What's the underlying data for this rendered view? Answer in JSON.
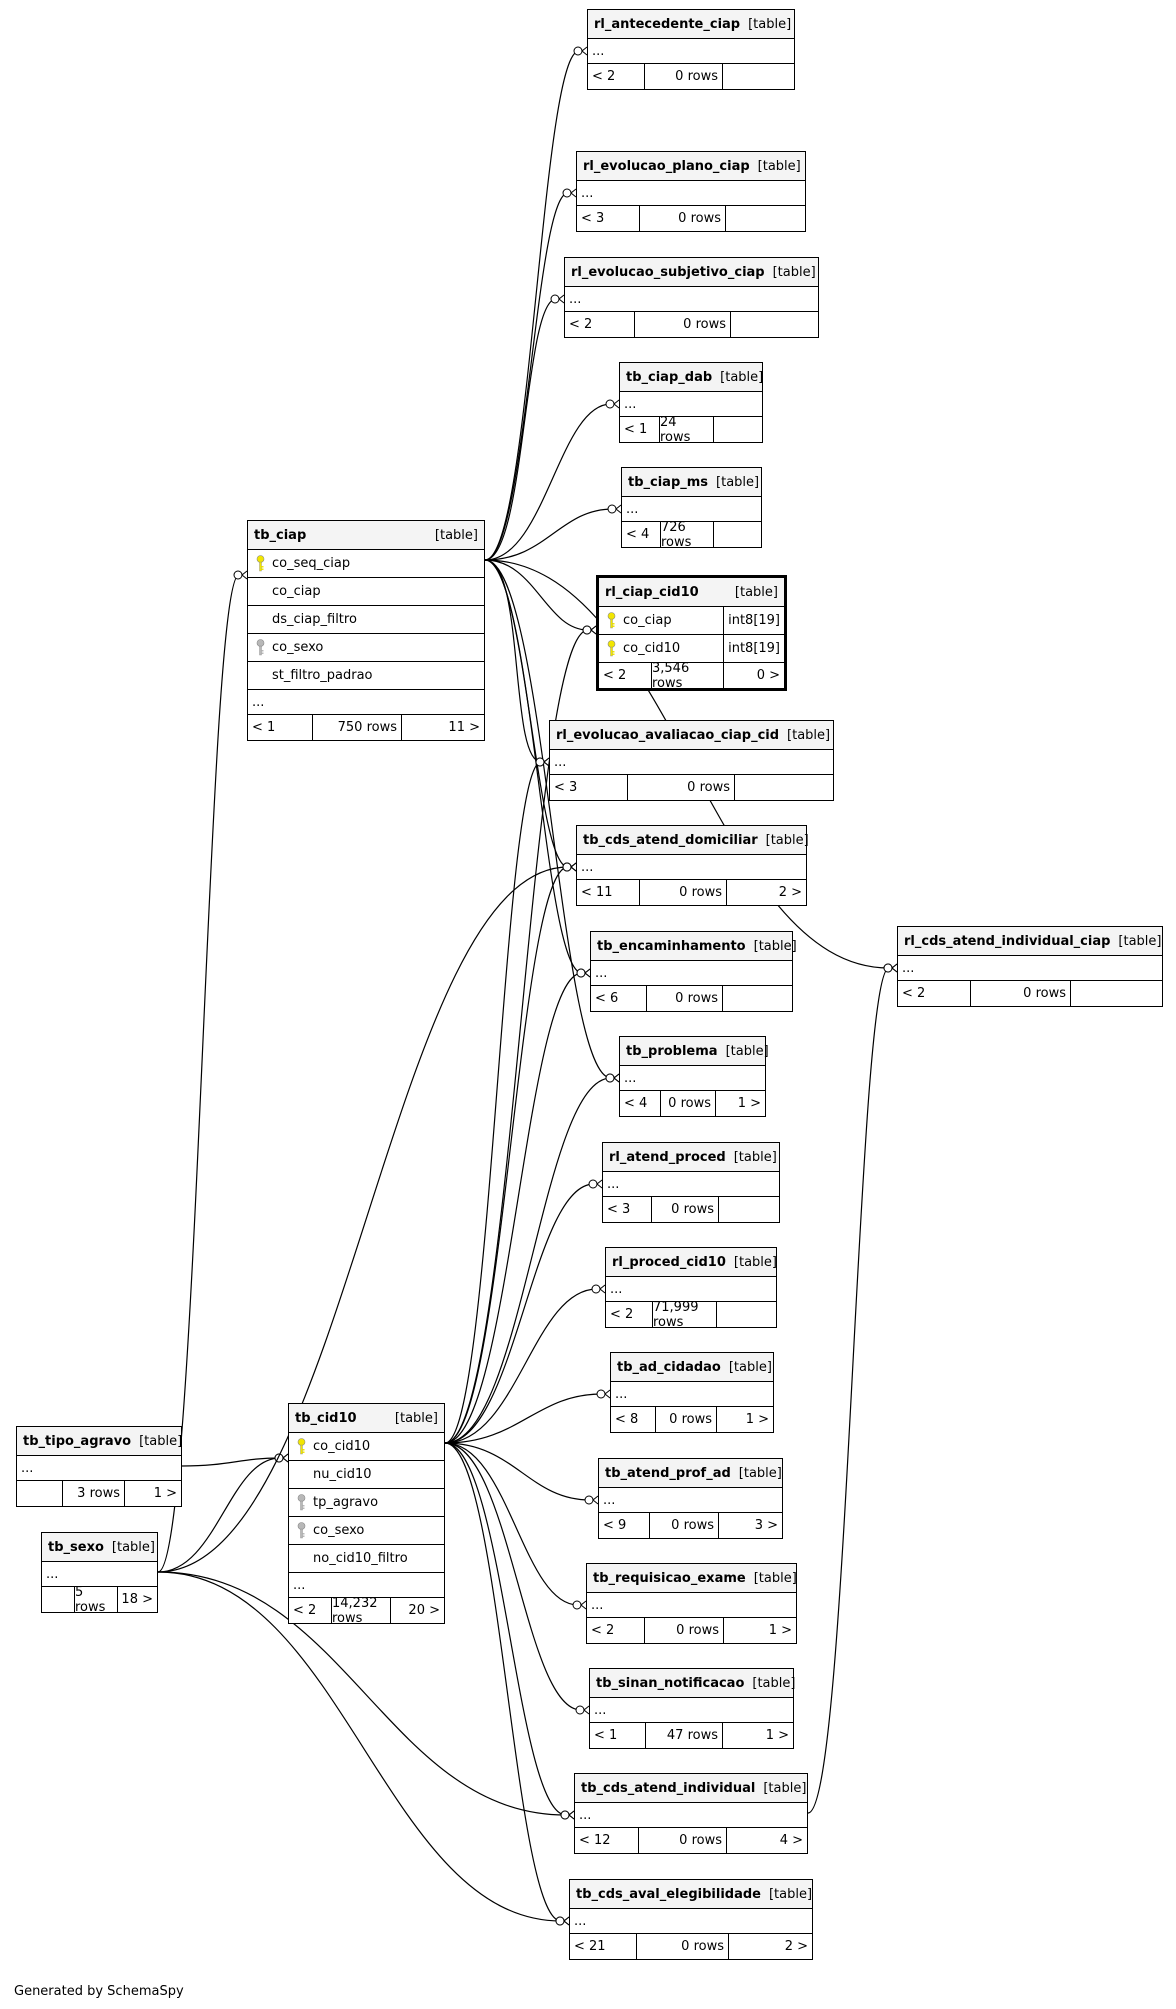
{
  "diagram": {
    "footer": "Generated by SchemaSpy",
    "key_colors": {
      "primary": "#f2e600",
      "foreign": "#b8b8b8"
    },
    "tables": [
      {
        "id": "rl_antecedente_ciap",
        "name": "rl_antecedente_ciap",
        "type": "[table]",
        "columns": [],
        "ellipsis": "...",
        "parents": "< 2",
        "rows": "0 rows",
        "children": ""
      },
      {
        "id": "rl_evolucao_plano_ciap",
        "name": "rl_evolucao_plano_ciap",
        "type": "[table]",
        "columns": [],
        "ellipsis": "...",
        "parents": "< 3",
        "rows": "0 rows",
        "children": ""
      },
      {
        "id": "rl_evolucao_subjetivo_ciap",
        "name": "rl_evolucao_subjetivo_ciap",
        "type": "[table]",
        "columns": [],
        "ellipsis": "...",
        "parents": "< 2",
        "rows": "0 rows",
        "children": ""
      },
      {
        "id": "tb_ciap_dab",
        "name": "tb_ciap_dab",
        "type": "[table]",
        "columns": [],
        "ellipsis": "...",
        "parents": "< 1",
        "rows": "24 rows",
        "children": ""
      },
      {
        "id": "tb_ciap_ms",
        "name": "tb_ciap_ms",
        "type": "[table]",
        "columns": [],
        "ellipsis": "...",
        "parents": "< 4",
        "rows": "726 rows",
        "children": ""
      },
      {
        "id": "rl_ciap_cid10",
        "name": "rl_ciap_cid10",
        "type": "[table]",
        "focus": true,
        "columns": [
          {
            "name": "co_ciap",
            "key": "primary",
            "type": "int8[19]"
          },
          {
            "name": "co_cid10",
            "key": "primary",
            "type": "int8[19]"
          }
        ],
        "parents": "< 2",
        "rows": "3,546 rows",
        "children": "0 >"
      },
      {
        "id": "tb_ciap",
        "name": "tb_ciap",
        "type": "[table]",
        "columns": [
          {
            "name": "co_seq_ciap",
            "key": "primary"
          },
          {
            "name": "co_ciap",
            "key": ""
          },
          {
            "name": "ds_ciap_filtro",
            "key": ""
          },
          {
            "name": "co_sexo",
            "key": "foreign"
          },
          {
            "name": "st_filtro_padrao",
            "key": ""
          }
        ],
        "ellipsis": "...",
        "parents": "< 1",
        "rows": "750 rows",
        "children": "11 >"
      },
      {
        "id": "rl_evolucao_avaliacao_ciap_cid",
        "name": "rl_evolucao_avaliacao_ciap_cid",
        "type": "[table]",
        "columns": [],
        "ellipsis": "...",
        "parents": "< 3",
        "rows": "0 rows",
        "children": ""
      },
      {
        "id": "tb_cds_atend_domiciliar",
        "name": "tb_cds_atend_domiciliar",
        "type": "[table]",
        "columns": [],
        "ellipsis": "...",
        "parents": "< 11",
        "rows": "0 rows",
        "children": "2 >"
      },
      {
        "id": "tb_encaminhamento",
        "name": "tb_encaminhamento",
        "type": "[table]",
        "columns": [],
        "ellipsis": "...",
        "parents": "< 6",
        "rows": "0 rows",
        "children": ""
      },
      {
        "id": "rl_cds_atend_individual_ciap",
        "name": "rl_cds_atend_individual_ciap",
        "type": "[table]",
        "columns": [],
        "ellipsis": "...",
        "parents": "< 2",
        "rows": "0 rows",
        "children": ""
      },
      {
        "id": "tb_problema",
        "name": "tb_problema",
        "type": "[table]",
        "columns": [],
        "ellipsis": "...",
        "parents": "< 4",
        "rows": "0 rows",
        "children": "1 >"
      },
      {
        "id": "rl_atend_proced",
        "name": "rl_atend_proced",
        "type": "[table]",
        "columns": [],
        "ellipsis": "...",
        "parents": "< 3",
        "rows": "0 rows",
        "children": ""
      },
      {
        "id": "rl_proced_cid10",
        "name": "rl_proced_cid10",
        "type": "[table]",
        "columns": [],
        "ellipsis": "...",
        "parents": "< 2",
        "rows": "71,999 rows",
        "children": ""
      },
      {
        "id": "tb_ad_cidadao",
        "name": "tb_ad_cidadao",
        "type": "[table]",
        "columns": [],
        "ellipsis": "...",
        "parents": "< 8",
        "rows": "0 rows",
        "children": "1 >"
      },
      {
        "id": "tb_tipo_agravo",
        "name": "tb_tipo_agravo",
        "type": "[table]",
        "columns": [],
        "ellipsis": "...",
        "parents": "",
        "rows": "3 rows",
        "children": "1 >"
      },
      {
        "id": "tb_cid10",
        "name": "tb_cid10",
        "type": "[table]",
        "columns": [
          {
            "name": "co_cid10",
            "key": "primary"
          },
          {
            "name": "nu_cid10",
            "key": ""
          },
          {
            "name": "tp_agravo",
            "key": "foreign"
          },
          {
            "name": "co_sexo",
            "key": "foreign"
          },
          {
            "name": "no_cid10_filtro",
            "key": ""
          }
        ],
        "ellipsis": "...",
        "parents": "< 2",
        "rows": "14,232 rows",
        "children": "20 >"
      },
      {
        "id": "tb_atend_prof_ad",
        "name": "tb_atend_prof_ad",
        "type": "[table]",
        "columns": [],
        "ellipsis": "...",
        "parents": "< 9",
        "rows": "0 rows",
        "children": "3 >"
      },
      {
        "id": "tb_sexo",
        "name": "tb_sexo",
        "type": "[table]",
        "columns": [],
        "ellipsis": "...",
        "parents": "",
        "rows": "5 rows",
        "children": "18 >"
      },
      {
        "id": "tb_requisicao_exame",
        "name": "tb_requisicao_exame",
        "type": "[table]",
        "columns": [],
        "ellipsis": "...",
        "parents": "< 2",
        "rows": "0 rows",
        "children": "1 >"
      },
      {
        "id": "tb_sinan_notificacao",
        "name": "tb_sinan_notificacao",
        "type": "[table]",
        "columns": [],
        "ellipsis": "...",
        "parents": "< 1",
        "rows": "47 rows",
        "children": "1 >"
      },
      {
        "id": "tb_cds_atend_individual",
        "name": "tb_cds_atend_individual",
        "type": "[table]",
        "columns": [],
        "ellipsis": "...",
        "parents": "< 12",
        "rows": "0 rows",
        "children": "4 >"
      },
      {
        "id": "tb_cds_aval_elegibilidade",
        "name": "tb_cds_aval_elegibilidade",
        "type": "[table]",
        "columns": [],
        "ellipsis": "...",
        "parents": "< 21",
        "rows": "0 rows",
        "children": "2 >"
      }
    ],
    "relations": [
      {
        "from": "tb_ciap",
        "to": "rl_antecedente_ciap"
      },
      {
        "from": "tb_ciap",
        "to": "rl_evolucao_plano_ciap"
      },
      {
        "from": "tb_ciap",
        "to": "rl_evolucao_subjetivo_ciap"
      },
      {
        "from": "tb_ciap",
        "to": "tb_ciap_dab"
      },
      {
        "from": "tb_ciap",
        "to": "tb_ciap_ms"
      },
      {
        "from": "tb_ciap",
        "to": "rl_ciap_cid10"
      },
      {
        "from": "tb_ciap",
        "to": "rl_evolucao_avaliacao_ciap_cid"
      },
      {
        "from": "tb_ciap",
        "to": "tb_cds_atend_domiciliar"
      },
      {
        "from": "tb_ciap",
        "to": "tb_encaminhamento"
      },
      {
        "from": "tb_ciap",
        "to": "tb_problema"
      },
      {
        "from": "tb_ciap",
        "to": "rl_cds_atend_individual_ciap"
      },
      {
        "from": "tb_cid10",
        "to": "rl_ciap_cid10"
      },
      {
        "from": "tb_cid10",
        "to": "rl_evolucao_avaliacao_ciap_cid"
      },
      {
        "from": "tb_cid10",
        "to": "tb_cds_atend_domiciliar"
      },
      {
        "from": "tb_cid10",
        "to": "tb_encaminhamento"
      },
      {
        "from": "tb_cid10",
        "to": "tb_problema"
      },
      {
        "from": "tb_cid10",
        "to": "rl_atend_proced"
      },
      {
        "from": "tb_cid10",
        "to": "rl_proced_cid10"
      },
      {
        "from": "tb_cid10",
        "to": "tb_ad_cidadao"
      },
      {
        "from": "tb_cid10",
        "to": "tb_atend_prof_ad"
      },
      {
        "from": "tb_cid10",
        "to": "tb_requisicao_exame"
      },
      {
        "from": "tb_cid10",
        "to": "tb_sinan_notificacao"
      },
      {
        "from": "tb_cid10",
        "to": "tb_cds_atend_individual"
      },
      {
        "from": "tb_cid10",
        "to": "tb_cds_aval_elegibilidade"
      },
      {
        "from": "tb_cds_atend_individual",
        "to": "rl_cds_atend_individual_ciap"
      },
      {
        "from": "tb_tipo_agravo",
        "to": "tb_cid10"
      },
      {
        "from": "tb_sexo",
        "to": "tb_cid10"
      },
      {
        "from": "tb_sexo",
        "to": "tb_ciap"
      },
      {
        "from": "tb_sexo",
        "to": "tb_cds_atend_domiciliar"
      },
      {
        "from": "tb_sexo",
        "to": "tb_cds_atend_individual"
      },
      {
        "from": "tb_sexo",
        "to": "tb_cds_aval_elegibilidade"
      }
    ]
  }
}
